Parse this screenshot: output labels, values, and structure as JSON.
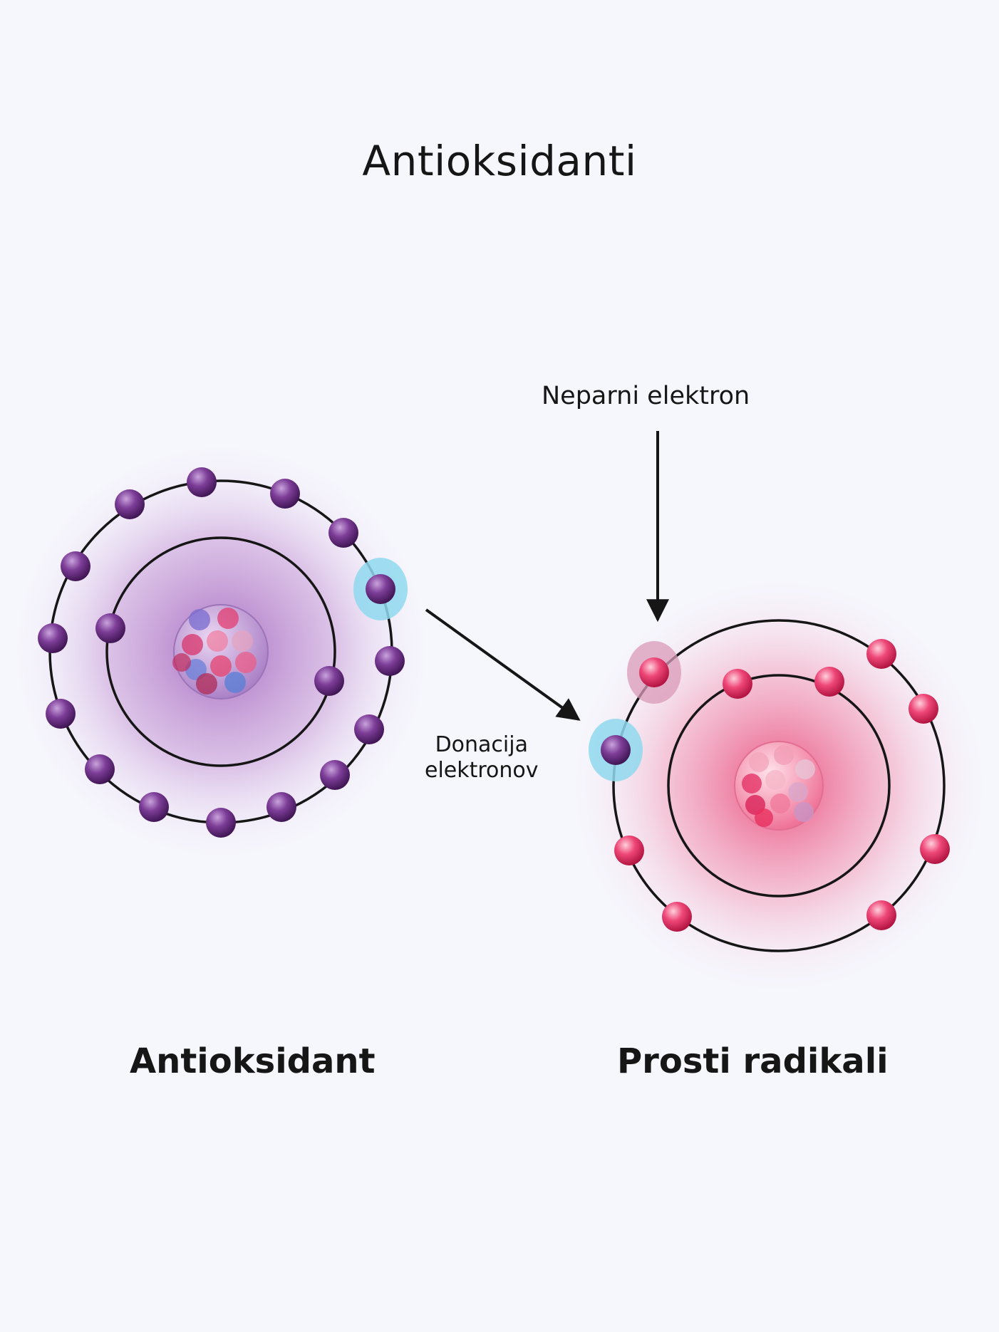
{
  "title": "Antioksidanti",
  "labels": {
    "unpaired_electron": "Neparni elektron",
    "donation_line1": "Donacija",
    "donation_line2": "elektronov"
  },
  "captions": {
    "antioxidant": "Antioksidant",
    "free_radicals": "Prosti radikali"
  },
  "colors": {
    "background": "#f6f6fd",
    "antioxidant_electron": "#7a3a93",
    "radical_electron": "#e83d6c",
    "highlight_donated": "#8fd8ef",
    "highlight_unpaired": "#d99ab8",
    "orbit": "#161616"
  }
}
